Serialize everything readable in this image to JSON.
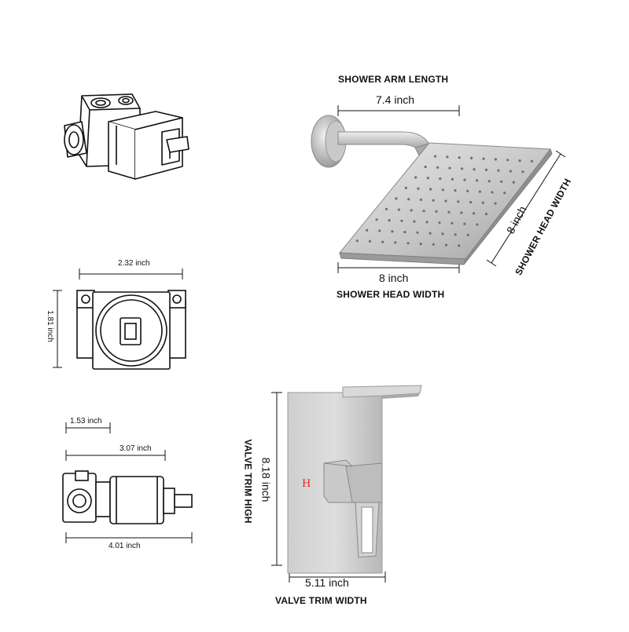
{
  "shower_head": {
    "arm_caption": "SHOWER ARM LENGTH",
    "arm_length": "7.4 inch",
    "width_bottom": "8 inch",
    "width_bottom_caption": "SHOWER HEAD WIDTH",
    "width_side": "8 inch",
    "width_side_caption": "SHOWER HEAD WIDTH"
  },
  "valve_front": {
    "width": "2.32 inch",
    "height": "1.81 inch"
  },
  "valve_side": {
    "depth_1": "1.53 inch",
    "depth_2": "3.07 inch",
    "depth_total": "4.01 inch"
  },
  "valve_trim": {
    "height": "8.18 inch",
    "height_caption": "VALVE TRIM HIGH",
    "width": "5.11 inch",
    "width_caption": "VALVE TRIM WIDTH",
    "hot_mark": "H"
  },
  "colors": {
    "line": "#111111",
    "metal_light": "#d6d6d6",
    "metal_dark": "#9a9a9a",
    "hot_mark": "#e02020"
  }
}
